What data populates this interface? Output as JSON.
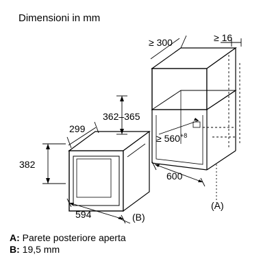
{
  "title": "Dimensioni in mm",
  "dimensions": {
    "d300": "≥ 300",
    "d16": "≥ 16",
    "d362": "362–365",
    "d299": "299",
    "d382": "382",
    "d560": "≥ 560",
    "d560_sup": "+8",
    "d600": "600",
    "d594": "594",
    "labelB": "(B)",
    "labelA": "(A)"
  },
  "legend": {
    "a_key": "A:",
    "a_text": " Parete posteriore aperta",
    "b_key": "B:",
    "b_text": " 19,5 mm"
  }
}
